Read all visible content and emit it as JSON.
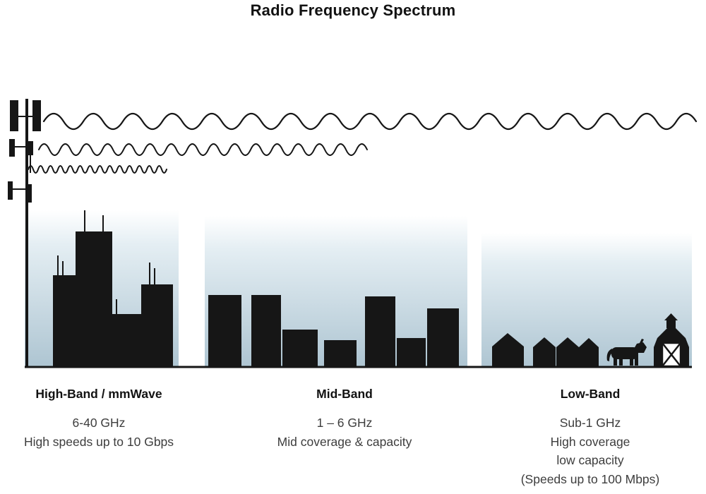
{
  "title": "Radio Frequency Spectrum",
  "bands": [
    {
      "name": "High-Band / mmWave",
      "lines": [
        "6-40 GHz",
        "High speeds up to 10 Gbps"
      ]
    },
    {
      "name": "Mid-Band",
      "lines": [
        "1 – 6 GHz",
        "Mid coverage & capacity"
      ]
    },
    {
      "name": "Low-Band",
      "lines": [
        "Sub-1 GHz",
        "High coverage",
        "low capacity",
        "(Speeds up to 100 Mbps)"
      ]
    }
  ],
  "colors": {
    "ink": "#161616",
    "sky_bottom": "#aec5d2",
    "sky_top": "#ffffff",
    "text": "#3d3d3d"
  }
}
